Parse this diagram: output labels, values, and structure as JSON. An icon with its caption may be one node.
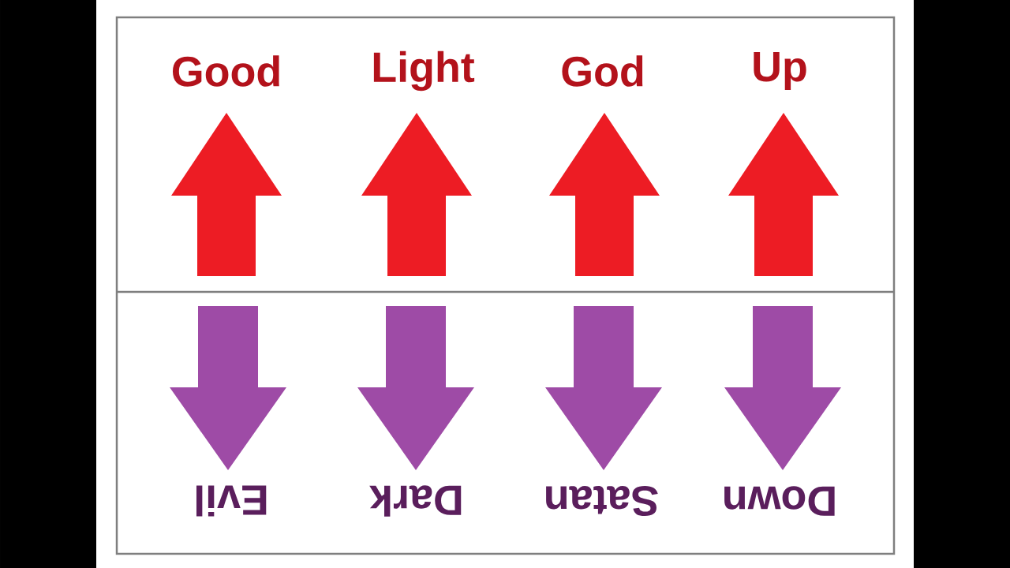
{
  "diagram": {
    "labels": [
      "Good",
      "Light",
      "God",
      "Up",
      "Evil",
      "Dark",
      "Satan",
      "Down"
    ]
  }
}
